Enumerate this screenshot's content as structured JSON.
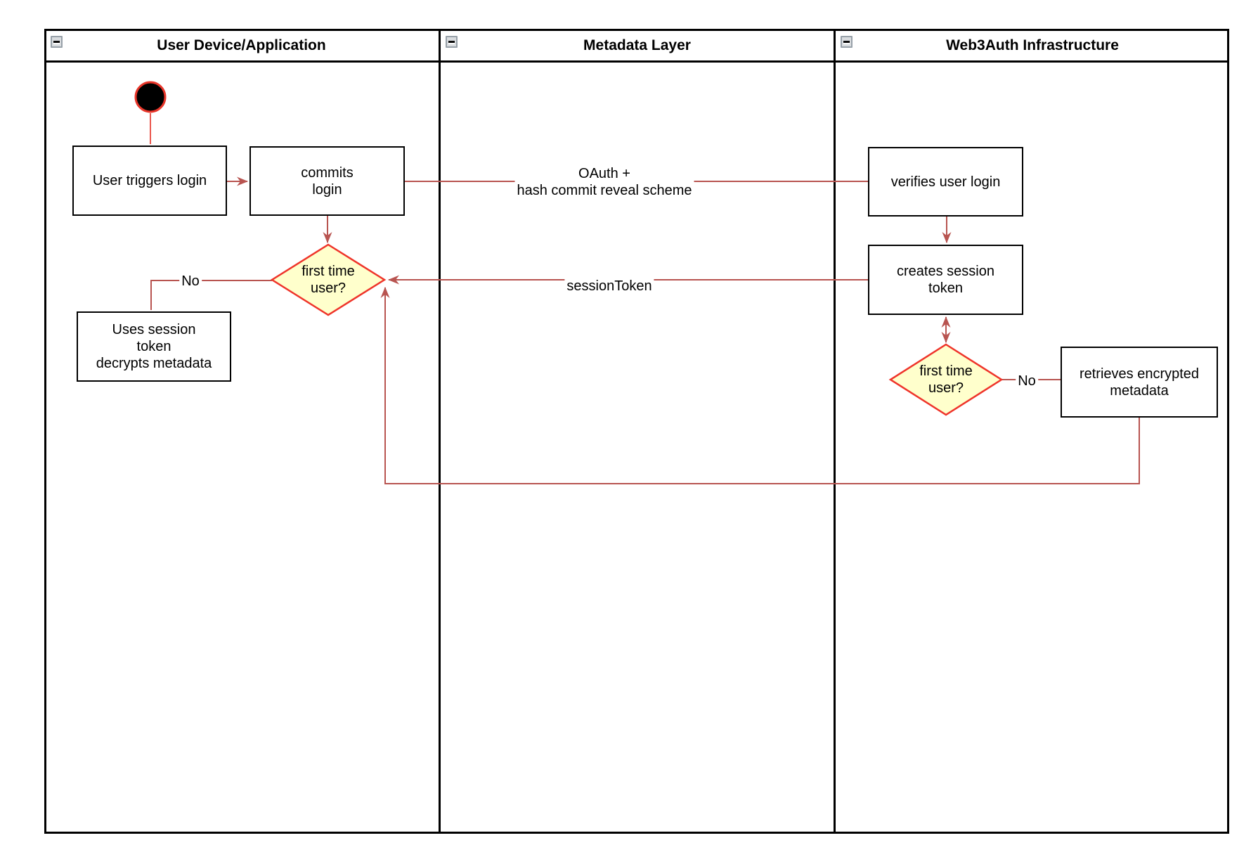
{
  "diagram": {
    "type": "activity-swimlane",
    "lanes": [
      {
        "title": "User Device/Application",
        "collapse_icon": "minus-icon"
      },
      {
        "title": "Metadata Layer",
        "collapse_icon": "minus-icon"
      },
      {
        "title": "Web3Auth Infrastructure",
        "collapse_icon": "minus-icon"
      }
    ],
    "nodes": {
      "start": {
        "type": "initial-node"
      },
      "user_triggers_login": {
        "label": "User triggers login"
      },
      "commits_login": {
        "label": "commits\nlogin"
      },
      "first_time_user_left": {
        "label": "first time\nuser?"
      },
      "uses_session_token": {
        "label": "Uses session\ntoken\ndecrypts metadata"
      },
      "verifies_user_login": {
        "label": "verifies user login"
      },
      "creates_session_token": {
        "label": "creates session\ntoken"
      },
      "first_time_user_right": {
        "label": "first time\nuser?"
      },
      "retrieves_encrypted_metadata": {
        "label": "retrieves encrypted\nmetadata"
      }
    },
    "edge_labels": {
      "oauth": "OAuth +\nhash commit reveal scheme",
      "session_token": "sessionToken",
      "no_left": "No",
      "no_right": "No"
    },
    "colors": {
      "edge": "#B85450",
      "decision_fill": "#FFFFCC",
      "decision_border": "#EF342A",
      "node_fill": "#FFFFFF",
      "node_border": "#000000",
      "start_fill": "#000000",
      "start_border": "#E8362A",
      "lane_border": "#000000"
    }
  }
}
